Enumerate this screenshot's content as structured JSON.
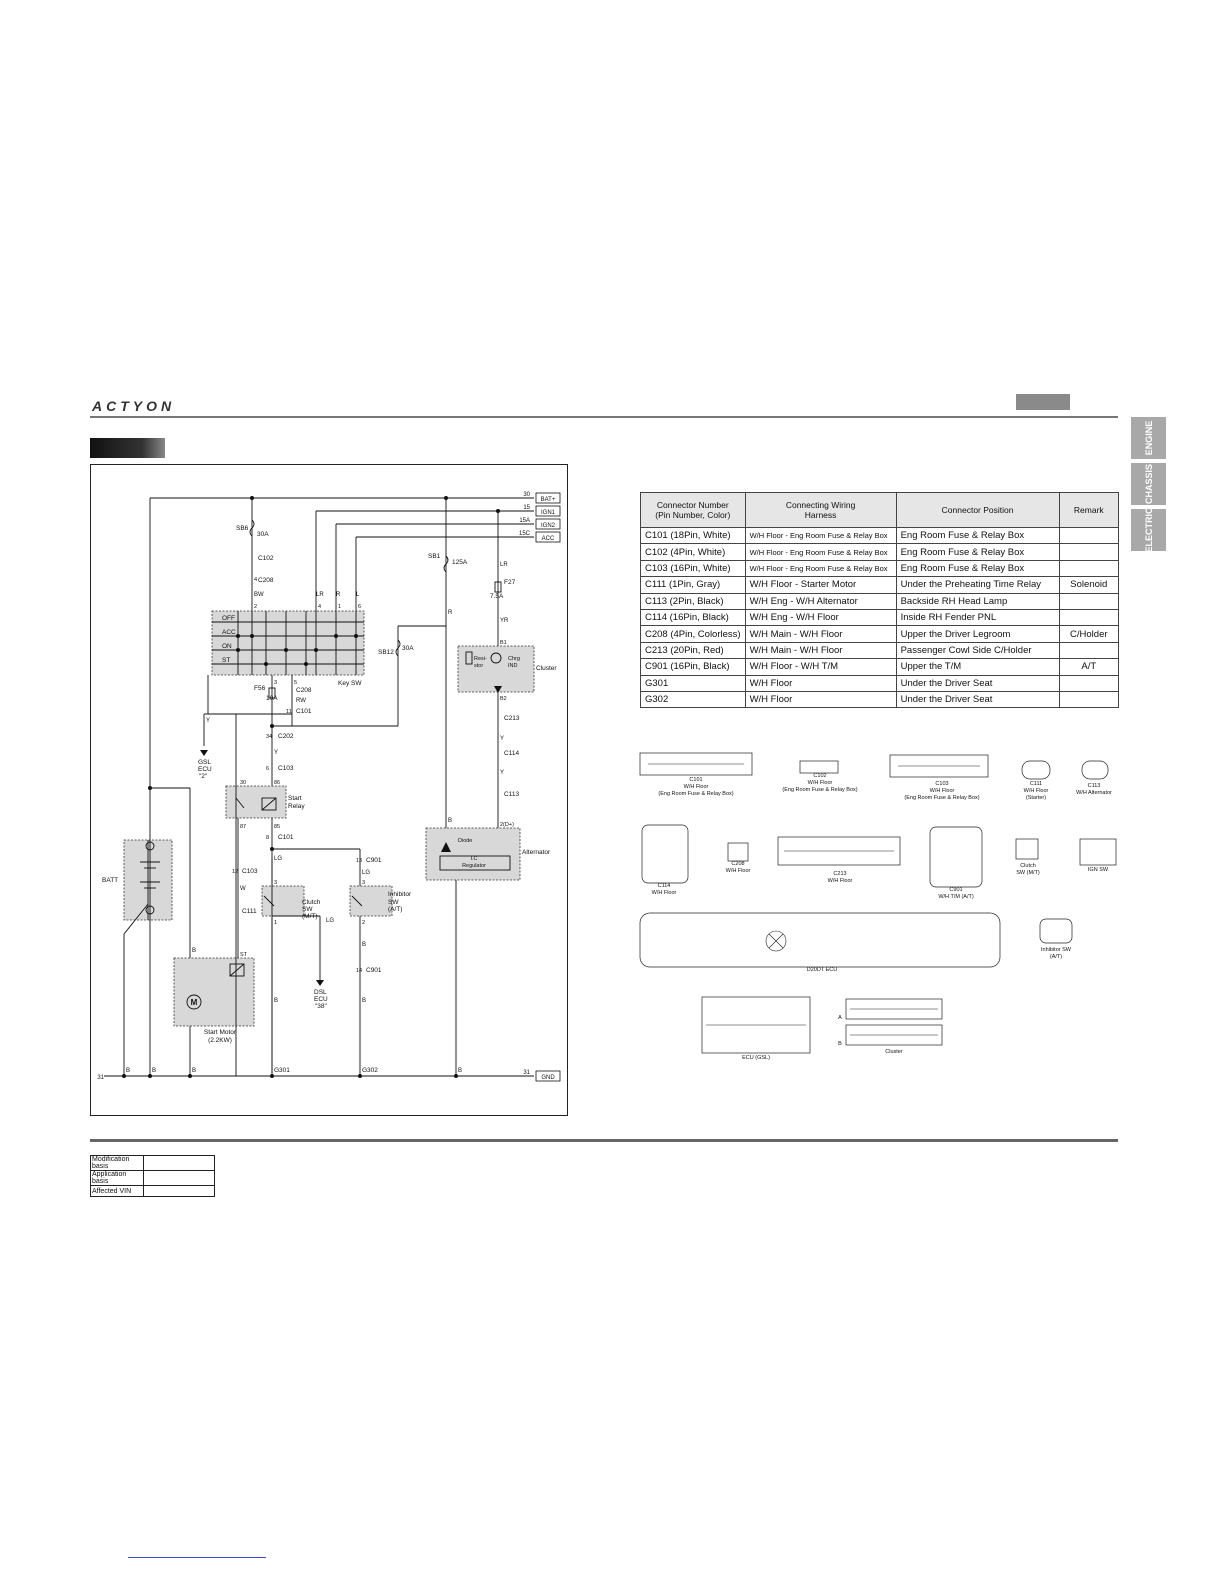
{
  "header": {
    "brand": "ACTYON"
  },
  "side_tabs": [
    "ENGINE",
    "CHASSIS",
    "ELECTRIC"
  ],
  "diagram": {
    "terminals": [
      {
        "num": "30",
        "name": "BAT+"
      },
      {
        "num": "15",
        "name": "IGN1"
      },
      {
        "num": "15A",
        "name": "IGN2"
      },
      {
        "num": "15C",
        "name": "ACC"
      }
    ],
    "ground": {
      "num": "31",
      "name": "GND"
    },
    "fuses": {
      "sb6": "SB6",
      "sb6_amp": "30A",
      "sb1": "SB1",
      "sb1_amp": "125A",
      "sb12": "SB12",
      "sb12_amp": "30A",
      "f27": "F27",
      "f27_amp": "7.5A",
      "f56": "F56",
      "f56_amp": "10A"
    },
    "connectors": {
      "c102": "C102",
      "c208a": "C208",
      "c208b": "C208",
      "c101a": "C101",
      "c101b": "C101",
      "c202": "C202",
      "c103a": "C103",
      "c103b": "C103",
      "c111": "C111",
      "c213": "C213",
      "c114": "C114",
      "c113": "C113",
      "c901a": "C901",
      "c901b": "C901"
    },
    "pins": {
      "p4": "4",
      "p2": "2",
      "p3": "3",
      "p5": "5",
      "p1": "1",
      "p6": "6",
      "p30": "30",
      "p86": "86",
      "p87": "87",
      "p85": "85",
      "b1": "B1",
      "b2": "B2",
      "d": "2(D+)",
      "st": "ST",
      "n13": "13",
      "n14": "14",
      "n6": "6",
      "n34": "34",
      "n12": "12",
      "n8": "8",
      "n1a": "1",
      "n3a": "3",
      "n2a": "2",
      "n3b": "3",
      "n2b": "2",
      "n11": "11"
    },
    "wires": {
      "bw": "BW",
      "lr": "LR",
      "r": "R",
      "l": "L",
      "rw": "RW",
      "y": "Y",
      "yr": "YR",
      "w": "W",
      "lg": "LG",
      "b": "B"
    },
    "keysw": {
      "positions": [
        "OFF",
        "ACC",
        "ON",
        "ST"
      ],
      "label": "Key SW"
    },
    "components": {
      "gsl_ecu_1": "GSL",
      "gsl_ecu_2": "ECU",
      "gsl_ecu_3": "\"2\"",
      "dsl_ecu_1": "DSL",
      "dsl_ecu_2": "ECU",
      "dsl_ecu_3": "\"38\"",
      "start_relay_1": "Start",
      "start_relay_2": "Relay",
      "cluster": "Cluster",
      "resistor_1": "Resi-",
      "resistor_2": "stor",
      "chg_1": "Chrg",
      "chg_2": "IND",
      "alternator": "Alternator",
      "diode": "Diode",
      "ic_1": "I.C",
      "ic_2": "Regulator",
      "batt": "BATT",
      "clutch_1": "Clutch",
      "clutch_2": "SW",
      "clutch_3": "(M/T)",
      "inhibitor_1": "Inhibitor",
      "inhibitor_2": "SW",
      "inhibitor_3": "(A/T)",
      "start_motor_1": "Start Motor",
      "start_motor_2": "(2.2KW)",
      "motor_symbol": "M",
      "g301": "G301",
      "g302": "G302"
    }
  },
  "connector_table": {
    "headers": [
      "Connector Number\n(Pin Number, Color)",
      "Connecting Wiring\nHarness",
      "Connector Position",
      "Remark"
    ],
    "rows": [
      [
        "C101 (18Pin, White)",
        "W/H Floor - Eng Room Fuse & Relay Box",
        "Eng Room Fuse & Relay Box",
        ""
      ],
      [
        "C102 (4Pin, White)",
        "W/H Floor - Eng Room Fuse & Relay Box",
        "Eng Room Fuse & Relay Box",
        ""
      ],
      [
        "C103 (16Pin, White)",
        "W/H Floor - Eng Room Fuse & Relay Box",
        "Eng Room Fuse & Relay Box",
        ""
      ],
      [
        "C111 (1Pin, Gray)",
        "W/H Floor - Starter Motor",
        "Under the Preheating Time Relay",
        "Solenoid"
      ],
      [
        "C113 (2Pin, Black)",
        "W/H Eng - W/H Alternator",
        "Backside RH Head Lamp",
        ""
      ],
      [
        "C114 (16Pin, Black)",
        "W/H Eng - W/H Floor",
        "Inside RH Fender PNL",
        ""
      ],
      [
        "C208 (4Pin, Colorless)",
        "W/H Main - W/H Floor",
        "Upper the Driver Legroom",
        "C/Holder"
      ],
      [
        "C213 (20Pin, Red)",
        "W/H Main - W/H Floor",
        "Passenger Cowl Side C/Holder",
        ""
      ],
      [
        "C901 (16Pin, Black)",
        "W/H Floor - W/H T/M",
        "Upper the T/M",
        "A/T"
      ],
      [
        "G301",
        "W/H Floor",
        "Under the Driver Seat",
        ""
      ],
      [
        "G302",
        "W/H Floor",
        "Under the Driver Seat",
        ""
      ]
    ]
  },
  "connector_views": {
    "c101": [
      "C101",
      "W/H Floor",
      "(Eng Room Fuse & Relay Box)"
    ],
    "c102": [
      "C102",
      "W/H Floor",
      "(Eng Room Fuse & Relay Box)"
    ],
    "c103": [
      "C103",
      "W/H Floor",
      "(Eng Room Fuse & Relay Box)"
    ],
    "c111": [
      "C111",
      "W/H Floor",
      "(Starter)"
    ],
    "c113": [
      "C113",
      "W/H Alternator"
    ],
    "c114": [
      "C114",
      "W/H Floor"
    ],
    "c208": [
      "C208",
      "W/H Floor"
    ],
    "c213": [
      "C213",
      "W/H Floor"
    ],
    "c901": [
      "C901",
      "W/H T/M (A/T)"
    ],
    "clutch": [
      "Clutch",
      "SW (M/T)"
    ],
    "ign": [
      "IGN SW"
    ],
    "ecu": [
      "D20DT ECU"
    ],
    "inhibitor": [
      "Inhibitor SW",
      "(A/T)"
    ],
    "ecu_gsl": [
      "ECU (GSL)"
    ],
    "cluster": [
      "Cluster"
    ],
    "row_a": "A",
    "row_b": "B"
  },
  "modification": {
    "labels": [
      "Modification basis",
      "Application basis",
      "Affected VIN"
    ]
  }
}
